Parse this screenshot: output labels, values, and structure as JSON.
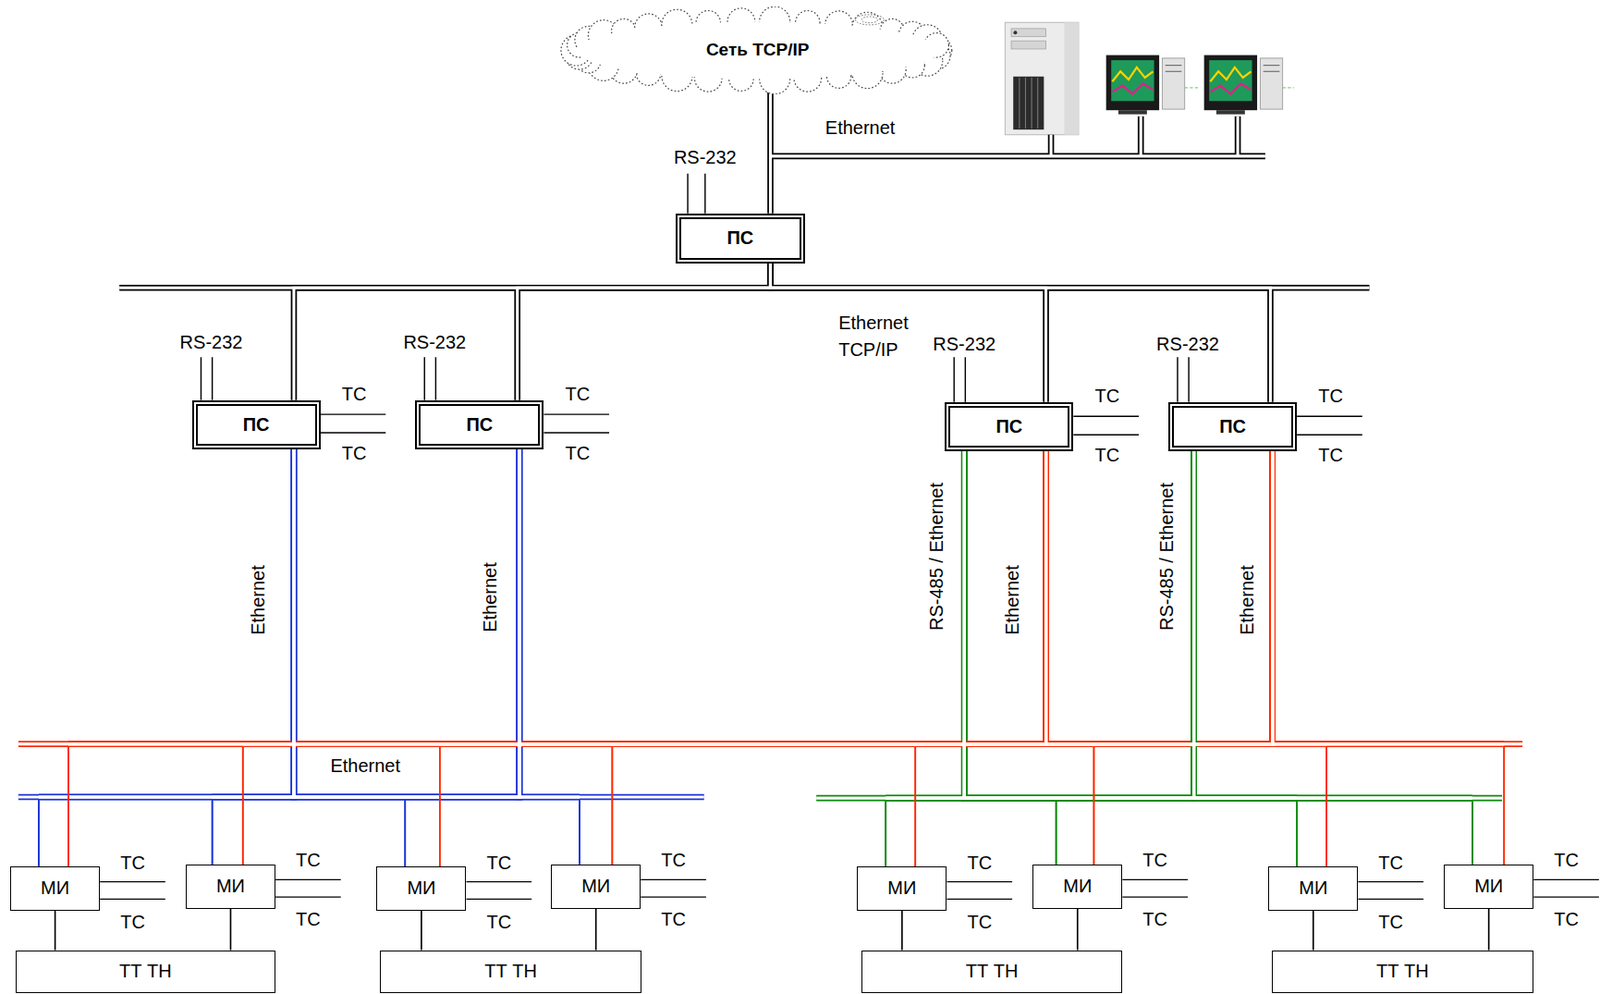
{
  "diagram": {
    "nodes": [
      {
        "text": [
          "Сеть TCP/IP"
        ]
      },
      {
        "text": [
          "ПС"
        ]
      },
      {
        "text": [
          "ПС"
        ]
      },
      {
        "text": [
          "ПС"
        ]
      },
      {
        "text": [
          "ПС"
        ]
      },
      {
        "text": [
          "ПС"
        ]
      },
      {
        "text": [
          "МИ"
        ]
      },
      {
        "text": [
          "МИ"
        ]
      },
      {
        "text": [
          "МИ"
        ]
      },
      {
        "text": [
          "МИ"
        ]
      },
      {
        "text": [
          "МИ"
        ]
      },
      {
        "text": [
          "МИ"
        ]
      },
      {
        "text": [
          "МИ"
        ]
      },
      {
        "text": [
          "МИ"
        ]
      },
      {
        "text": [
          "ТТ ТН"
        ]
      },
      {
        "text": [
          "ТТ ТН"
        ]
      },
      {
        "text": [
          "ТТ ТН"
        ]
      },
      {
        "text": [
          "ТТ ТН"
        ]
      }
    ],
    "edges": [
      {
        "from": 0,
        "to": 1,
        "arrow": "none"
      },
      {
        "from": 1,
        "to": 2,
        "arrow": "none"
      },
      {
        "from": 1,
        "to": 3,
        "arrow": "none"
      },
      {
        "from": 1,
        "to": 4,
        "arrow": "none"
      },
      {
        "from": 1,
        "to": 5,
        "arrow": "none"
      },
      {
        "from": 2,
        "to": 6,
        "arrow": "none",
        "label": "Ethernet"
      },
      {
        "from": 2,
        "to": 7,
        "arrow": "none"
      },
      {
        "from": 2,
        "to": 8,
        "arrow": "none"
      },
      {
        "from": 2,
        "to": 9,
        "arrow": "none"
      },
      {
        "from": 3,
        "to": 6,
        "arrow": "none",
        "label": "Ethernet"
      },
      {
        "from": 3,
        "to": 7,
        "arrow": "none"
      },
      {
        "from": 3,
        "to": 8,
        "arrow": "none"
      },
      {
        "from": 3,
        "to": 9,
        "arrow": "none"
      },
      {
        "from": 4,
        "to": 6,
        "arrow": "none",
        "label": "Ethernet"
      },
      {
        "from": 4,
        "to": 7,
        "arrow": "none"
      },
      {
        "from": 4,
        "to": 8,
        "arrow": "none"
      },
      {
        "from": 4,
        "to": 9,
        "arrow": "none"
      },
      {
        "from": 4,
        "to": 10,
        "arrow": "none"
      },
      {
        "from": 4,
        "to": 11,
        "arrow": "none"
      },
      {
        "from": 4,
        "to": 12,
        "arrow": "none"
      },
      {
        "from": 4,
        "to": 13,
        "arrow": "none"
      },
      {
        "from": 4,
        "to": 10,
        "arrow": "none",
        "label": "RS-485 / Ethernet"
      },
      {
        "from": 4,
        "to": 11,
        "arrow": "none"
      },
      {
        "from": 4,
        "to": 12,
        "arrow": "none"
      },
      {
        "from": 4,
        "to": 13,
        "arrow": "none"
      },
      {
        "from": 5,
        "to": 6,
        "arrow": "none",
        "label": "Ethernet"
      },
      {
        "from": 5,
        "to": 7,
        "arrow": "none"
      },
      {
        "from": 5,
        "to": 8,
        "arrow": "none"
      },
      {
        "from": 5,
        "to": 9,
        "arrow": "none"
      },
      {
        "from": 5,
        "to": 10,
        "arrow": "none"
      },
      {
        "from": 5,
        "to": 11,
        "arrow": "none"
      },
      {
        "from": 5,
        "to": 12,
        "arrow": "none"
      },
      {
        "from": 5,
        "to": 13,
        "arrow": "none"
      },
      {
        "from": 5,
        "to": 10,
        "arrow": "none",
        "label": "RS-485 / Ethernet"
      },
      {
        "from": 5,
        "to": 11,
        "arrow": "none"
      },
      {
        "from": 5,
        "to": 12,
        "arrow": "none"
      },
      {
        "from": 5,
        "to": 13,
        "arrow": "none"
      },
      {
        "from": 6,
        "to": 14,
        "arrow": "none"
      },
      {
        "from": 7,
        "to": 14,
        "arrow": "none"
      },
      {
        "from": 8,
        "to": 15,
        "arrow": "none"
      },
      {
        "from": 9,
        "to": 15,
        "arrow": "none"
      },
      {
        "from": 10,
        "to": 16,
        "arrow": "none"
      },
      {
        "from": 11,
        "to": 16,
        "arrow": "none"
      },
      {
        "from": 12,
        "to": 17,
        "arrow": "none"
      },
      {
        "from": 13,
        "to": 17,
        "arrow": "none"
      }
    ],
    "labels": [
      "Ethernet",
      "RS-232",
      "Ethernet TCP/IP",
      "RS-232",
      "RS-232",
      "RS-232",
      "RS-232",
      "ТС",
      "ТС",
      "ТС",
      "ТС",
      "ТС",
      "ТС",
      "ТС",
      "ТС",
      "Ethernet",
      "ТС",
      "ТС",
      "ТС",
      "ТС",
      "ТС",
      "ТС",
      "ТС",
      "ТС",
      "ТС",
      "ТС",
      "ТС",
      "ТС",
      "ТС",
      "ТС",
      "ТС",
      "ТС"
    ]
  }
}
